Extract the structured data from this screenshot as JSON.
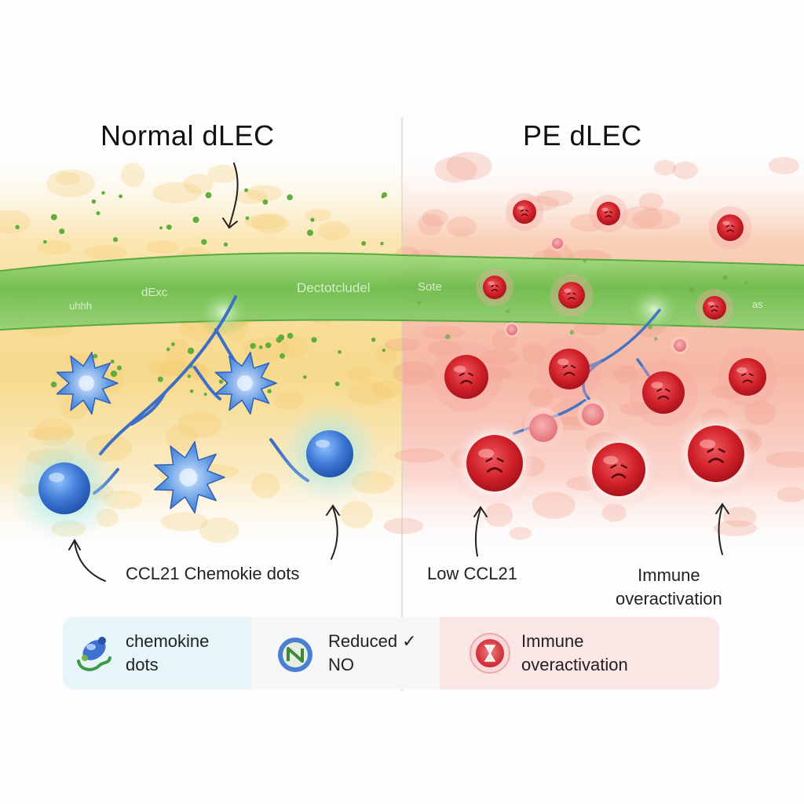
{
  "panels": {
    "left": {
      "title": "Normal dLEC"
    },
    "right": {
      "title": "PE dLEC"
    }
  },
  "membrane_labels": {
    "left_1": "uhhh",
    "left_2": "dExc",
    "center": "Dectotcludel",
    "right_1": "Sote",
    "right_2": "as"
  },
  "captions": {
    "left": "CCL21 Chemokie dots",
    "right_low": "Low CCL21",
    "right_immune": "Immune\noveractivation"
  },
  "legend": {
    "items": [
      {
        "icon": "chemokine-icon",
        "label": "chemokine\ndots"
      },
      {
        "icon": "no-molecule-icon",
        "label": "Reduced ✓\nNO"
      },
      {
        "icon": "hourglass-alert-icon",
        "label": "Immune\noveractivation"
      }
    ]
  },
  "colors": {
    "normal_background": "#f8d98a",
    "pe_background": "#f6b9a5",
    "vessel": "#7cc65a",
    "normal_cell": "#3f7fd6",
    "pe_cell": "#d5202a"
  }
}
